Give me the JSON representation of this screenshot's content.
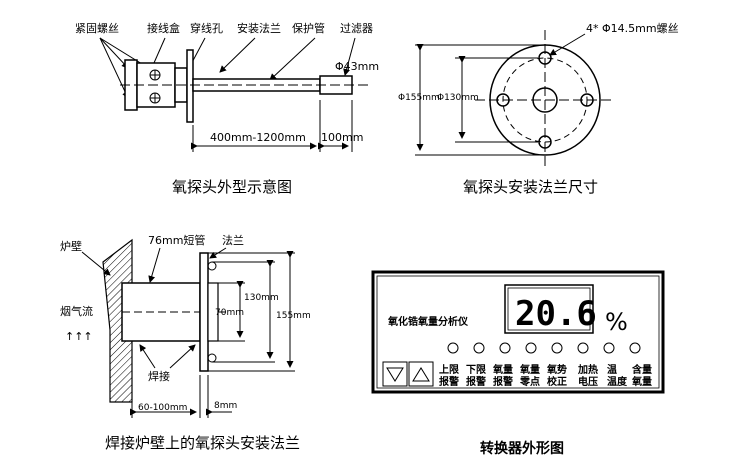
{
  "probe_outline": {
    "caption": "氧探头外型示意图",
    "labels": {
      "screws": "紧固螺丝",
      "junction_box": "接线盒",
      "wire_hole": "穿线孔",
      "flange": "安装法兰",
      "protect_tube": "保护管",
      "filter": "过滤器"
    },
    "dims": {
      "filter_dia": "Φ43mm",
      "length": "400mm-1200mm",
      "filter_len": "100mm"
    }
  },
  "flange_size": {
    "caption": "氧探头安装法兰尺寸",
    "bolts": "4* Φ14.5mm螺丝",
    "outer_dia": "Φ155mm",
    "pitch_dia": "Φ130mm"
  },
  "wall_mount": {
    "caption": "焊接炉壁上的氧探头安装法兰",
    "labels": {
      "wall": "炉壁",
      "short_tube": "76mm短管",
      "flange": "法兰",
      "flue_gas": "烟气流",
      "weld": "焊接"
    },
    "dims": {
      "d70": "70mm",
      "d130": "130mm",
      "d155": "155mm",
      "len": "60-100mm",
      "thick": "8mm"
    }
  },
  "converter": {
    "caption": "转换器外形图",
    "title": "氧化锆氧量分析仪",
    "reading": "20.6",
    "unit": "%",
    "buttons": [
      {
        "top": "上限",
        "bottom": "报警"
      },
      {
        "top": "下限",
        "bottom": "报警"
      },
      {
        "top": "氧量",
        "bottom": "报警"
      },
      {
        "top": "氧量",
        "bottom": "零点"
      },
      {
        "top": "氧势",
        "bottom": "校正"
      },
      {
        "top": "加热",
        "bottom": "电压"
      },
      {
        "top": "温",
        "bottom": "温度"
      },
      {
        "top": "含量",
        "bottom": "氧量"
      }
    ]
  }
}
